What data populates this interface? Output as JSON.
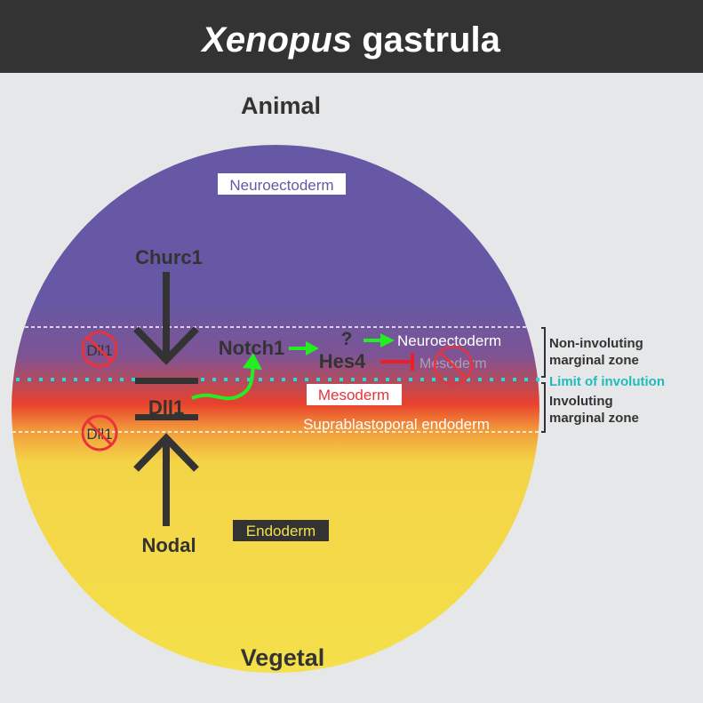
{
  "title": {
    "italic": "Xenopus",
    "rest": " gastrula"
  },
  "poles": {
    "animal": "Animal",
    "vegetal": "Vegetal"
  },
  "tissues": {
    "neuroectoderm_box": "Neuroectoderm",
    "mesoderm_box": "Mesoderm",
    "suprablastoporal": "Suprablastoporal endoderm",
    "endoderm_box": "Endoderm",
    "neuroectoderm_target": "Neuroectoderm",
    "mesoderm_blocked": "Mesoderm"
  },
  "genes": {
    "churc1": "Churc1",
    "dll1": "Dll1",
    "nodal": "Nodal",
    "notch1": "Notch1",
    "hes4": "Hes4",
    "unknown": "?",
    "dll1_absent_top": "Dll1",
    "dll1_absent_bottom": "Dll1"
  },
  "zones": {
    "non_involuting": [
      "Non-involuting",
      "marginal zone"
    ],
    "limit": "Limit of involution",
    "involuting": [
      "Involuting",
      "marginal zone"
    ]
  },
  "colors": {
    "header": "#333333",
    "purple": "#6658a4",
    "red": "#e8412d",
    "yellow": "#f4e04a",
    "cyan": "#1fbcbc",
    "green": "#22ee22",
    "inhibit": "#e8202a"
  }
}
